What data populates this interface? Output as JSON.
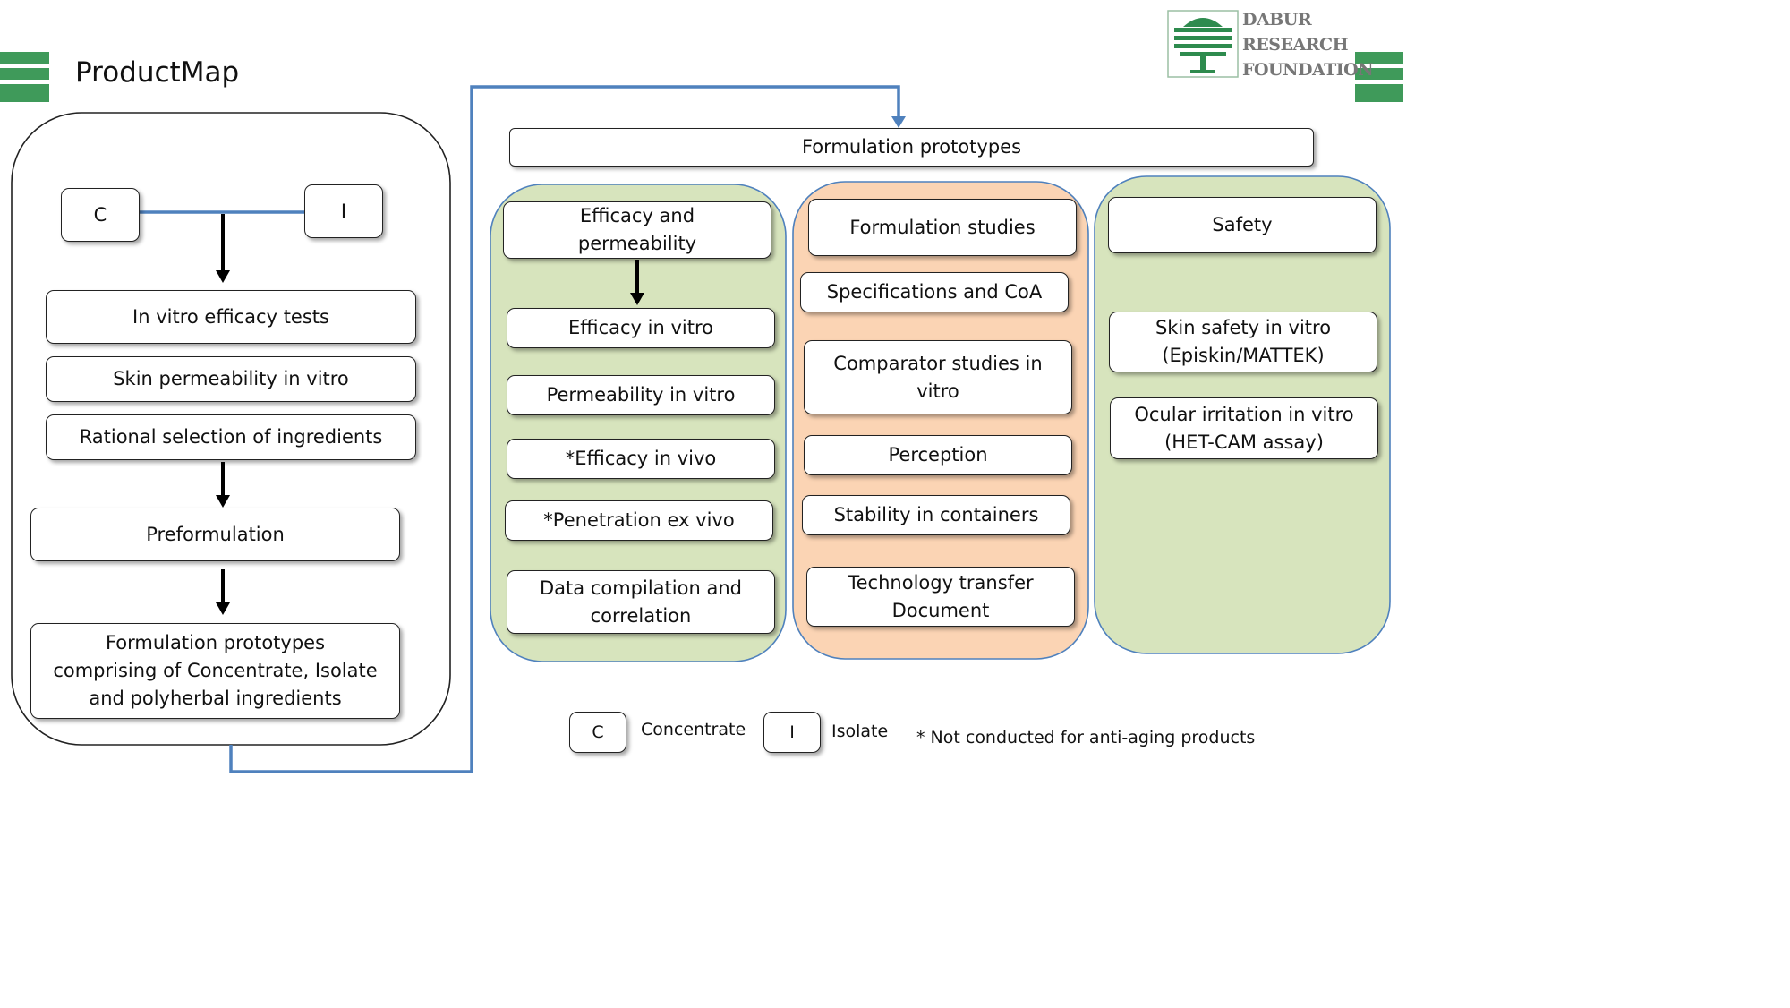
{
  "page": {
    "title": "ProductMap"
  },
  "logo": {
    "lines": [
      "DABUR",
      "RESEARCH",
      "FOUNDATION"
    ]
  },
  "left_panel": {
    "concentrate": "C",
    "isolate": "I",
    "steps": [
      "In vitro efficacy tests",
      "Skin permeability in vitro",
      "Rational selection of ingredients",
      "Preformulation",
      "Formulation prototypes\ncomprising of Concentrate, Isolate\nand polyherbal ingredients"
    ]
  },
  "header_box": "Formulation prototypes",
  "columns": [
    {
      "color": "#d7e4bd",
      "items": [
        "Efficacy and\npermeability",
        "Efficacy in vitro",
        "Permeability in vitro",
        "*Efficacy in vivo",
        "*Penetration ex vivo",
        "Data compilation and\ncorrelation"
      ]
    },
    {
      "color": "#fbd4b4",
      "items": [
        "Formulation studies",
        "Specifications and CoA",
        "Comparator studies in\nvitro",
        "Perception",
        "Stability in containers",
        "Technology transfer\nDocument"
      ]
    },
    {
      "color": "#d7e4bd",
      "items": [
        "Safety",
        "Skin safety in vitro\n(Episkin/MATTEK)",
        "Ocular irritation in vitro\n(HET-CAM assay)"
      ]
    }
  ],
  "legend": {
    "c_symbol": "C",
    "c_label": "Concentrate",
    "i_symbol": "I",
    "i_label": "Isolate",
    "note": "* Not conducted for anti-aging products"
  },
  "colors": {
    "accent_blue": "#4f81bd",
    "brand_green": "#3f9a5a",
    "column_border": "#4f81bd"
  }
}
